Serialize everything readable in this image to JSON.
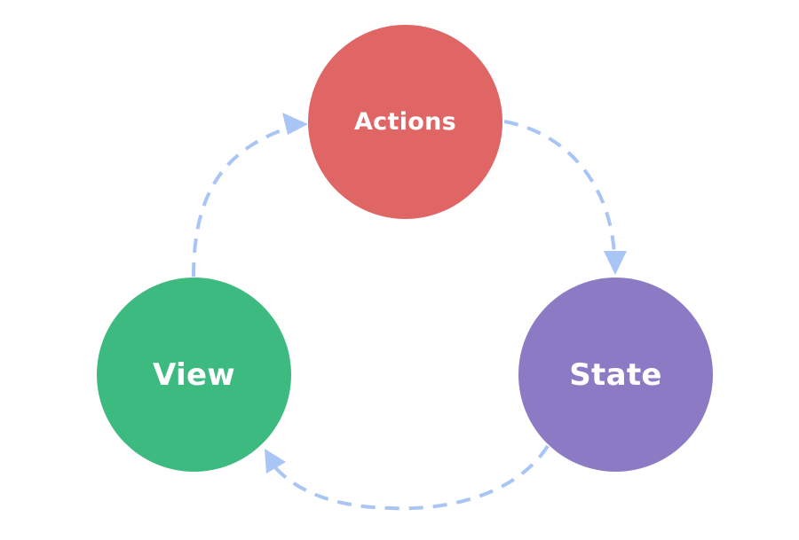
{
  "nodes": {
    "actions": {
      "label": "Actions",
      "color": "#e06666"
    },
    "view": {
      "label": "View",
      "color": "#3dba7f"
    },
    "state": {
      "label": "State",
      "color": "#8c7bc4"
    }
  },
  "connectors": {
    "color": "#a9c5f5",
    "style": "dashed",
    "flow": [
      "View",
      "Actions",
      "State",
      "View"
    ]
  }
}
